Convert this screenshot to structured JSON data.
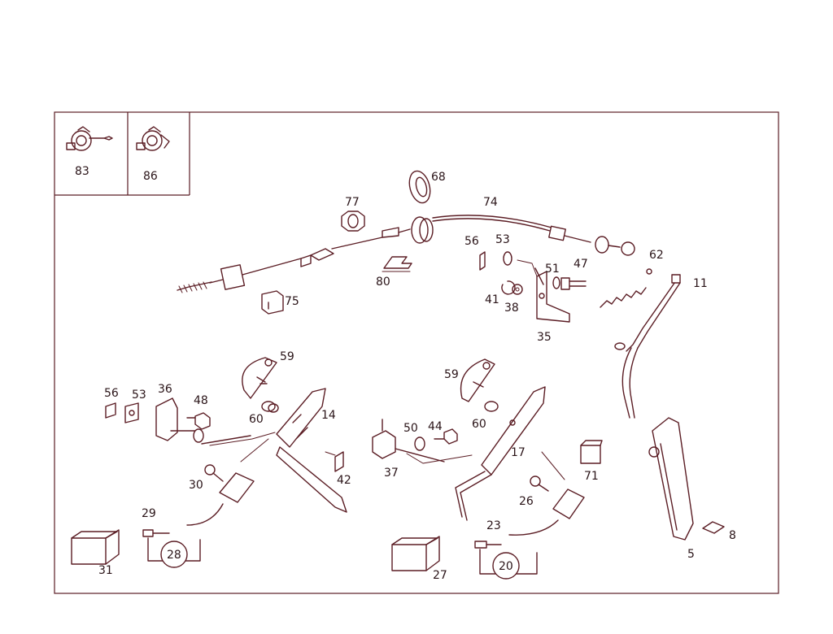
{
  "labels": {
    "p83": "83",
    "p86": "86",
    "p68": "68",
    "p77": "77",
    "p74": "74",
    "p56a": "56",
    "p53a": "53",
    "p62": "62",
    "p11": "11",
    "p51": "51",
    "p47": "47",
    "p80": "80",
    "p41": "41",
    "p38": "38",
    "p35": "35",
    "p75": "75",
    "p59a": "59",
    "p59b": "59",
    "p56b": "56",
    "p53b": "53",
    "p36": "36",
    "p48": "48",
    "p60a": "60",
    "p14": "14",
    "p50": "50",
    "p44": "44",
    "p60b": "60",
    "p17": "17",
    "p37": "37",
    "p71": "71",
    "p42": "42",
    "p30": "30",
    "p26": "26",
    "p29": "29",
    "p23": "23",
    "p28": "28",
    "p20": "20",
    "p31": "31",
    "p27": "27",
    "p8": "8",
    "p5": "5"
  },
  "colors": {
    "line": "#5b1d24",
    "text": "#2a1418",
    "background": "#ffffff"
  }
}
